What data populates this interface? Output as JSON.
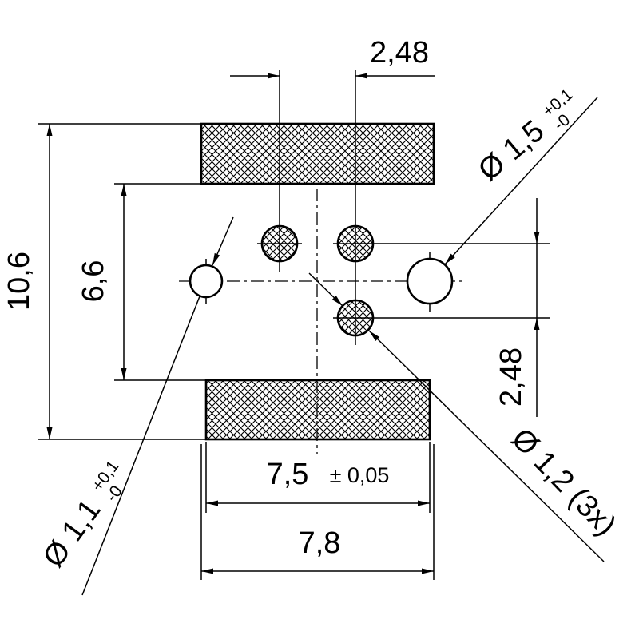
{
  "drawing": {
    "dimensions": {
      "hole_pitch_horizontal": "2,48",
      "overall_height": "10,6",
      "inner_gap": "6,6",
      "hole_pitch_vertical": "2,48",
      "pad_width": "7,5",
      "pad_width_tol": "± 0,05",
      "outer_width": "7,8"
    },
    "labels": {
      "dia_right": {
        "text": "Ø 1,5",
        "tol_plus": "+0,1",
        "tol_minus": "-0"
      },
      "dia_small": {
        "text": "Ø 1,2 (3x)"
      },
      "dia_left": {
        "text": "Ø 1,1",
        "tol_plus": "+0,1",
        "tol_minus": "-0"
      }
    },
    "colors": {
      "line": "#000000",
      "background": "#ffffff"
    }
  }
}
